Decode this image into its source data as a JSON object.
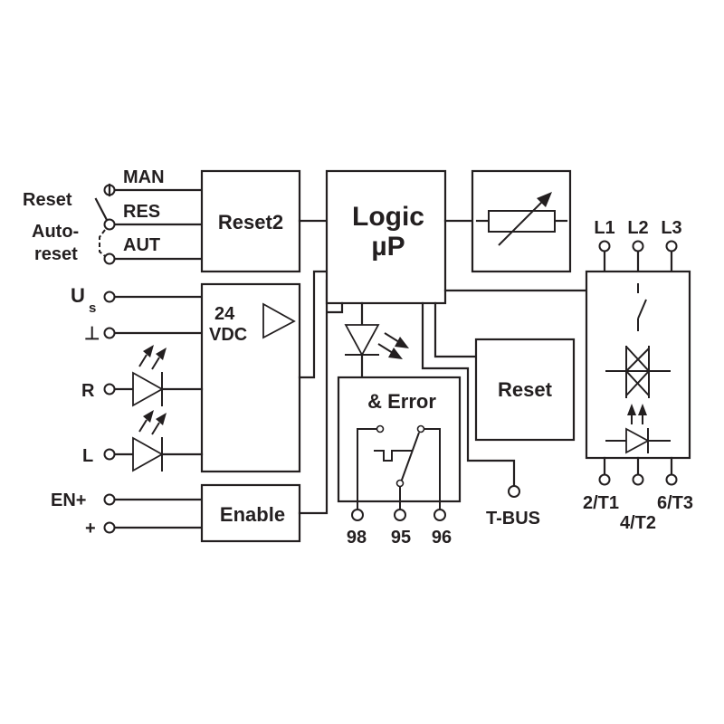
{
  "diagram": {
    "title": "Block diagram – hybrid motor starter",
    "colors": {
      "line": "#231f20",
      "background": "#ffffff"
    },
    "left_terminals": {
      "switch_label_top": "Reset",
      "switch_label_bottom_1": "Auto-",
      "switch_label_bottom_2": "reset",
      "man": "MAN",
      "res": "RES",
      "aut": "AUT",
      "us_main": "U",
      "us_sub": "s",
      "ground": "⊥",
      "r": "R",
      "l": "L",
      "en_plus": "EN+",
      "plus": "+"
    },
    "blocks": {
      "reset2": "Reset2",
      "supply_line1": "24",
      "supply_line2": "VDC",
      "enable": "Enable",
      "logic_line1": "Logic",
      "logic_line2": "µP",
      "error": "& Error",
      "reset": "Reset"
    },
    "relay_terminals": [
      "98",
      "95",
      "96"
    ],
    "tbus": "T-BUS",
    "line_terminals": [
      "L1",
      "L2",
      "L3"
    ],
    "load_terminals": [
      "2/T1",
      "4/T2",
      "6/T3"
    ],
    "symbols": [
      "reset-selector-switch",
      "amplifier-triangle",
      "led-r",
      "led-l",
      "potentiometer",
      "error-led",
      "relay-contact",
      "bypass-contact",
      "triac",
      "optocoupler-led"
    ]
  }
}
